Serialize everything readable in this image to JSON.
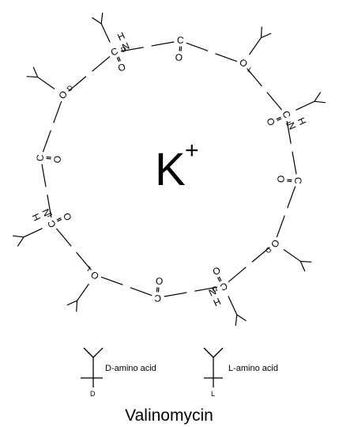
{
  "ion": {
    "symbol": "K",
    "charge": "+"
  },
  "title": "Valinomycin",
  "legend": {
    "d_label": "D-amino acid",
    "l_label": "L-amino acid",
    "d_letter": "D",
    "l_letter": "L"
  },
  "ring": {
    "sequence": [
      {
        "kind": "amino",
        "config": "D",
        "atoms": [
          "H",
          "N",
          "C",
          "O"
        ]
      },
      {
        "kind": "ester",
        "atoms": [
          "O",
          "C",
          "O"
        ]
      },
      {
        "kind": "hydroxy",
        "config": "L",
        "atoms": [
          "O",
          "C"
        ]
      },
      {
        "kind": "amino",
        "config": "L",
        "atoms": [
          "H",
          "N",
          "C",
          "O"
        ]
      },
      {
        "kind": "ester",
        "atoms": [
          "O",
          "C",
          "O"
        ]
      },
      {
        "kind": "hydroxy",
        "config": "D",
        "atoms": [
          "O",
          "C"
        ]
      },
      {
        "kind": "amino",
        "config": "D",
        "atoms": [
          "H",
          "N",
          "C",
          "O"
        ]
      },
      {
        "kind": "ester",
        "atoms": [
          "O",
          "C",
          "O"
        ]
      },
      {
        "kind": "hydroxy",
        "config": "L",
        "atoms": [
          "O",
          "C"
        ]
      },
      {
        "kind": "amino",
        "config": "L",
        "atoms": [
          "H",
          "N",
          "C",
          "O"
        ]
      },
      {
        "kind": "ester",
        "atoms": [
          "O",
          "C",
          "O"
        ]
      },
      {
        "kind": "hydroxy",
        "config": "D",
        "atoms": [
          "O",
          "C"
        ]
      }
    ],
    "atom_symbols": {
      "hydrogen": "H",
      "nitrogen": "N",
      "carbon": "C",
      "oxygen": "O"
    },
    "config_letters": [
      "D",
      "L"
    ]
  }
}
